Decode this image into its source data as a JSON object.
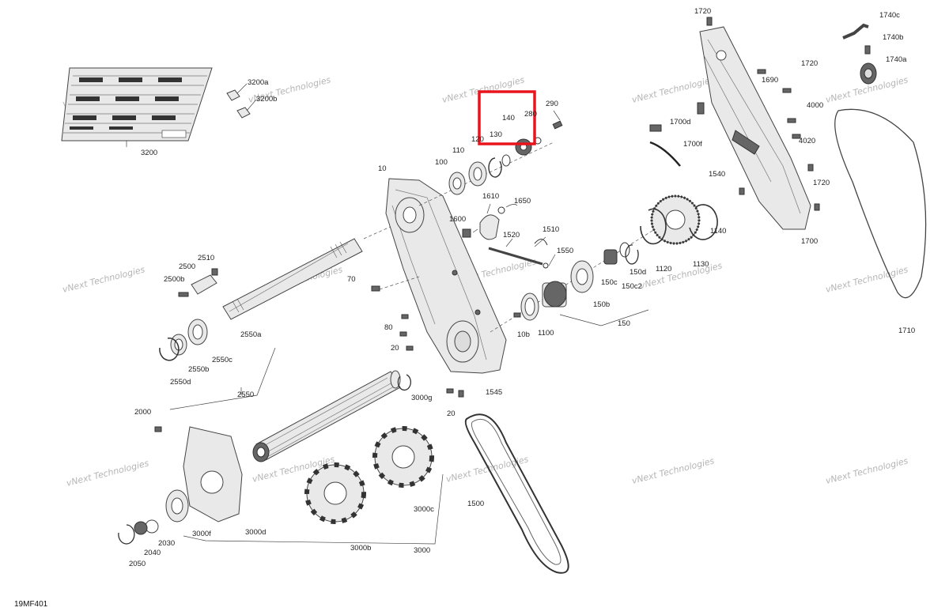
{
  "diagram_code": "19MF401",
  "watermark": "vNext Technologies",
  "highlight_color": "#e8141e",
  "part_labels": [
    {
      "id": "3200",
      "text": "3200"
    },
    {
      "id": "3200a",
      "text": "3200a"
    },
    {
      "id": "3200b",
      "text": "3200b"
    },
    {
      "id": "100",
      "text": "100"
    },
    {
      "id": "110",
      "text": "110"
    },
    {
      "id": "120",
      "text": "120"
    },
    {
      "id": "130",
      "text": "130"
    },
    {
      "id": "140",
      "text": "140"
    },
    {
      "id": "280",
      "text": "280"
    },
    {
      "id": "290",
      "text": "290"
    },
    {
      "id": "10",
      "text": "10"
    },
    {
      "id": "1610",
      "text": "1610"
    },
    {
      "id": "1650",
      "text": "1650"
    },
    {
      "id": "1600",
      "text": "1600"
    },
    {
      "id": "1520",
      "text": "1520"
    },
    {
      "id": "1510",
      "text": "1510"
    },
    {
      "id": "1550",
      "text": "1550"
    },
    {
      "id": "70",
      "text": "70"
    },
    {
      "id": "80",
      "text": "80"
    },
    {
      "id": "20a",
      "text": "20"
    },
    {
      "id": "20b",
      "text": "20"
    },
    {
      "id": "2510",
      "text": "2510"
    },
    {
      "id": "2500",
      "text": "2500"
    },
    {
      "id": "2500b",
      "text": "2500b"
    },
    {
      "id": "2550a",
      "text": "2550a"
    },
    {
      "id": "2550b",
      "text": "2550b"
    },
    {
      "id": "2550c",
      "text": "2550c"
    },
    {
      "id": "2550d",
      "text": "2550d"
    },
    {
      "id": "2550",
      "text": "2550"
    },
    {
      "id": "3000g",
      "text": "3000g"
    },
    {
      "id": "1545",
      "text": "1545"
    },
    {
      "id": "10b",
      "text": "10b"
    },
    {
      "id": "1100",
      "text": "1100"
    },
    {
      "id": "150",
      "text": "150"
    },
    {
      "id": "150b",
      "text": "150b"
    },
    {
      "id": "150c",
      "text": "150c"
    },
    {
      "id": "150c2",
      "text": "150c2"
    },
    {
      "id": "150d",
      "text": "150d"
    },
    {
      "id": "1120",
      "text": "1120"
    },
    {
      "id": "1130",
      "text": "1130"
    },
    {
      "id": "1140",
      "text": "1140"
    },
    {
      "id": "1540",
      "text": "1540"
    },
    {
      "id": "1700",
      "text": "1700"
    },
    {
      "id": "1700d",
      "text": "1700d"
    },
    {
      "id": "1700f",
      "text": "1700f"
    },
    {
      "id": "1690",
      "text": "1690"
    },
    {
      "id": "1720a",
      "text": "1720"
    },
    {
      "id": "1720b",
      "text": "1720"
    },
    {
      "id": "1720c",
      "text": "1720"
    },
    {
      "id": "1740a",
      "text": "1740a"
    },
    {
      "id": "1740b",
      "text": "1740b"
    },
    {
      "id": "1740c",
      "text": "1740c"
    },
    {
      "id": "4000",
      "text": "4000"
    },
    {
      "id": "4020",
      "text": "4020"
    },
    {
      "id": "1710",
      "text": "1710"
    },
    {
      "id": "2000",
      "text": "2000"
    },
    {
      "id": "3000d",
      "text": "3000d"
    },
    {
      "id": "3000f",
      "text": "3000f"
    },
    {
      "id": "3000c",
      "text": "3000c"
    },
    {
      "id": "3000b",
      "text": "3000b"
    },
    {
      "id": "3000",
      "text": "3000"
    },
    {
      "id": "2030",
      "text": "2030"
    },
    {
      "id": "2040",
      "text": "2040"
    },
    {
      "id": "2050",
      "text": "2050"
    },
    {
      "id": "1500",
      "text": "1500"
    }
  ]
}
